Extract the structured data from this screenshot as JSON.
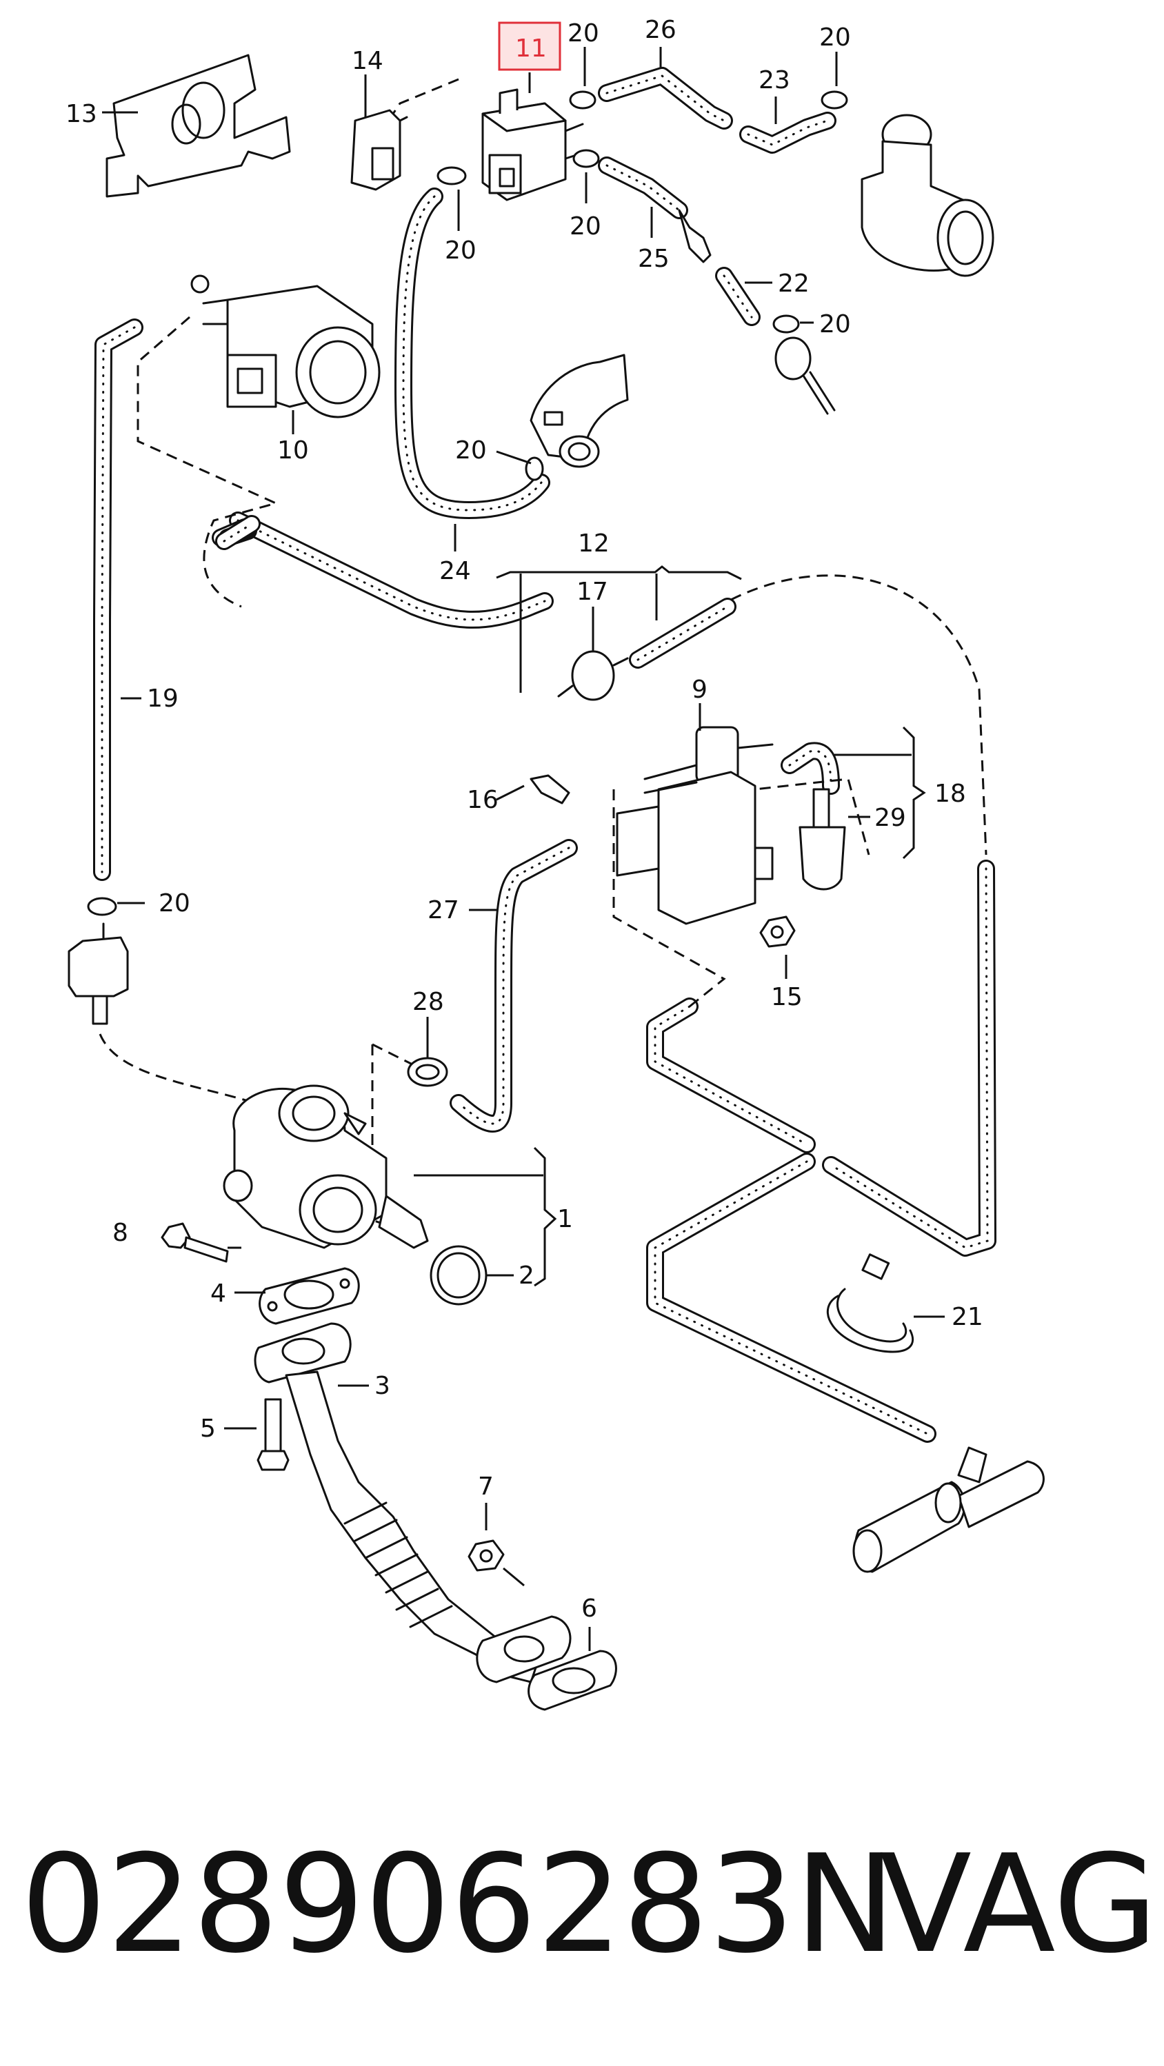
{
  "diagram": {
    "callouts": [
      {
        "id": "c1",
        "text": "1"
      },
      {
        "id": "c2",
        "text": "2"
      },
      {
        "id": "c3",
        "text": "3"
      },
      {
        "id": "c4",
        "text": "4"
      },
      {
        "id": "c5",
        "text": "5"
      },
      {
        "id": "c6",
        "text": "6"
      },
      {
        "id": "c7",
        "text": "7"
      },
      {
        "id": "c8",
        "text": "8"
      },
      {
        "id": "c9",
        "text": "9"
      },
      {
        "id": "c10",
        "text": "10"
      },
      {
        "id": "c11",
        "text": "11",
        "highlighted": true
      },
      {
        "id": "c12",
        "text": "12"
      },
      {
        "id": "c13",
        "text": "13"
      },
      {
        "id": "c14",
        "text": "14"
      },
      {
        "id": "c15",
        "text": "15"
      },
      {
        "id": "c16",
        "text": "16"
      },
      {
        "id": "c17",
        "text": "17"
      },
      {
        "id": "c18",
        "text": "18"
      },
      {
        "id": "c19",
        "text": "19"
      },
      {
        "id": "c20a",
        "text": "20"
      },
      {
        "id": "c20b",
        "text": "20"
      },
      {
        "id": "c20c",
        "text": "20"
      },
      {
        "id": "c20d",
        "text": "20"
      },
      {
        "id": "c20e",
        "text": "20"
      },
      {
        "id": "c20f",
        "text": "20"
      },
      {
        "id": "c20g",
        "text": "20"
      },
      {
        "id": "c21",
        "text": "21"
      },
      {
        "id": "c22",
        "text": "22"
      },
      {
        "id": "c23",
        "text": "23"
      },
      {
        "id": "c24",
        "text": "24"
      },
      {
        "id": "c25",
        "text": "25"
      },
      {
        "id": "c26",
        "text": "26"
      },
      {
        "id": "c27",
        "text": "27"
      },
      {
        "id": "c28",
        "text": "28"
      },
      {
        "id": "c29",
        "text": "29"
      }
    ],
    "highlight_color": "#e0303a",
    "highlight_fill": "#fde3e3"
  },
  "footer": {
    "part_number": "028906283N",
    "brand": "VAG"
  }
}
